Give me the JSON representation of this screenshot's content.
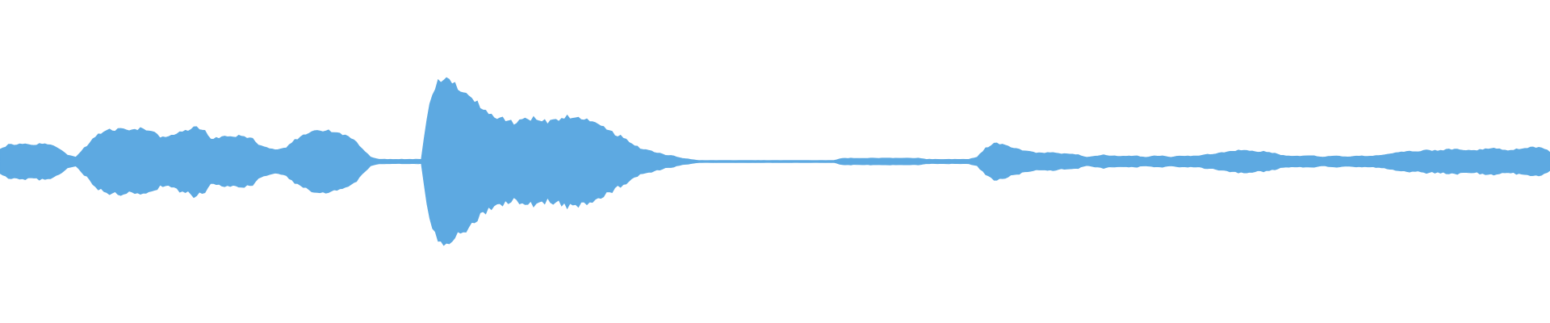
{
  "waveform": {
    "color": "#5DA9E1",
    "background": "#FFFFFF",
    "samples": [
      0.12,
      0.15,
      0.16,
      0.16,
      0.15,
      0.16,
      0.15,
      0.12,
      0.06,
      0.04,
      0.12,
      0.2,
      0.26,
      0.28,
      0.29,
      0.29,
      0.28,
      0.3,
      0.27,
      0.22,
      0.22,
      0.25,
      0.28,
      0.32,
      0.3,
      0.21,
      0.21,
      0.24,
      0.23,
      0.23,
      0.2,
      0.14,
      0.12,
      0.11,
      0.13,
      0.2,
      0.23,
      0.26,
      0.28,
      0.28,
      0.26,
      0.23,
      0.2,
      0.12,
      0.04,
      0.02,
      0.02,
      0.02,
      0.02,
      0.02,
      0.02,
      0.55,
      0.72,
      0.76,
      0.73,
      0.6,
      0.58,
      0.5,
      0.44,
      0.4,
      0.38,
      0.35,
      0.37,
      0.39,
      0.39,
      0.36,
      0.38,
      0.4,
      0.4,
      0.39,
      0.37,
      0.34,
      0.3,
      0.25,
      0.22,
      0.16,
      0.12,
      0.1,
      0.08,
      0.06,
      0.05,
      0.03,
      0.02,
      0.01,
      0.01,
      0.01,
      0.01,
      0.01,
      0.01,
      0.01,
      0.01,
      0.01,
      0.01,
      0.01,
      0.01,
      0.01,
      0.01,
      0.01,
      0.01,
      0.01,
      0.03,
      0.03,
      0.03,
      0.03,
      0.03,
      0.03,
      0.03,
      0.03,
      0.03,
      0.03,
      0.02,
      0.02,
      0.02,
      0.02,
      0.02,
      0.02,
      0.04,
      0.12,
      0.17,
      0.15,
      0.13,
      0.11,
      0.09,
      0.08,
      0.08,
      0.08,
      0.07,
      0.07,
      0.06,
      0.04,
      0.05,
      0.06,
      0.05,
      0.05,
      0.05,
      0.05,
      0.04,
      0.05,
      0.05,
      0.04,
      0.05,
      0.05,
      0.05,
      0.06,
      0.07,
      0.08,
      0.09,
      0.1,
      0.1,
      0.09,
      0.09,
      0.08,
      0.06,
      0.05,
      0.05,
      0.05,
      0.05,
      0.04,
      0.05,
      0.05,
      0.04,
      0.05,
      0.05,
      0.05,
      0.06,
      0.07,
      0.08,
      0.09,
      0.09,
      0.1,
      0.1,
      0.1,
      0.11,
      0.11,
      0.1,
      0.1,
      0.11,
      0.12,
      0.11,
      0.1,
      0.11,
      0.12,
      0.13,
      0.12,
      0.09
    ]
  }
}
